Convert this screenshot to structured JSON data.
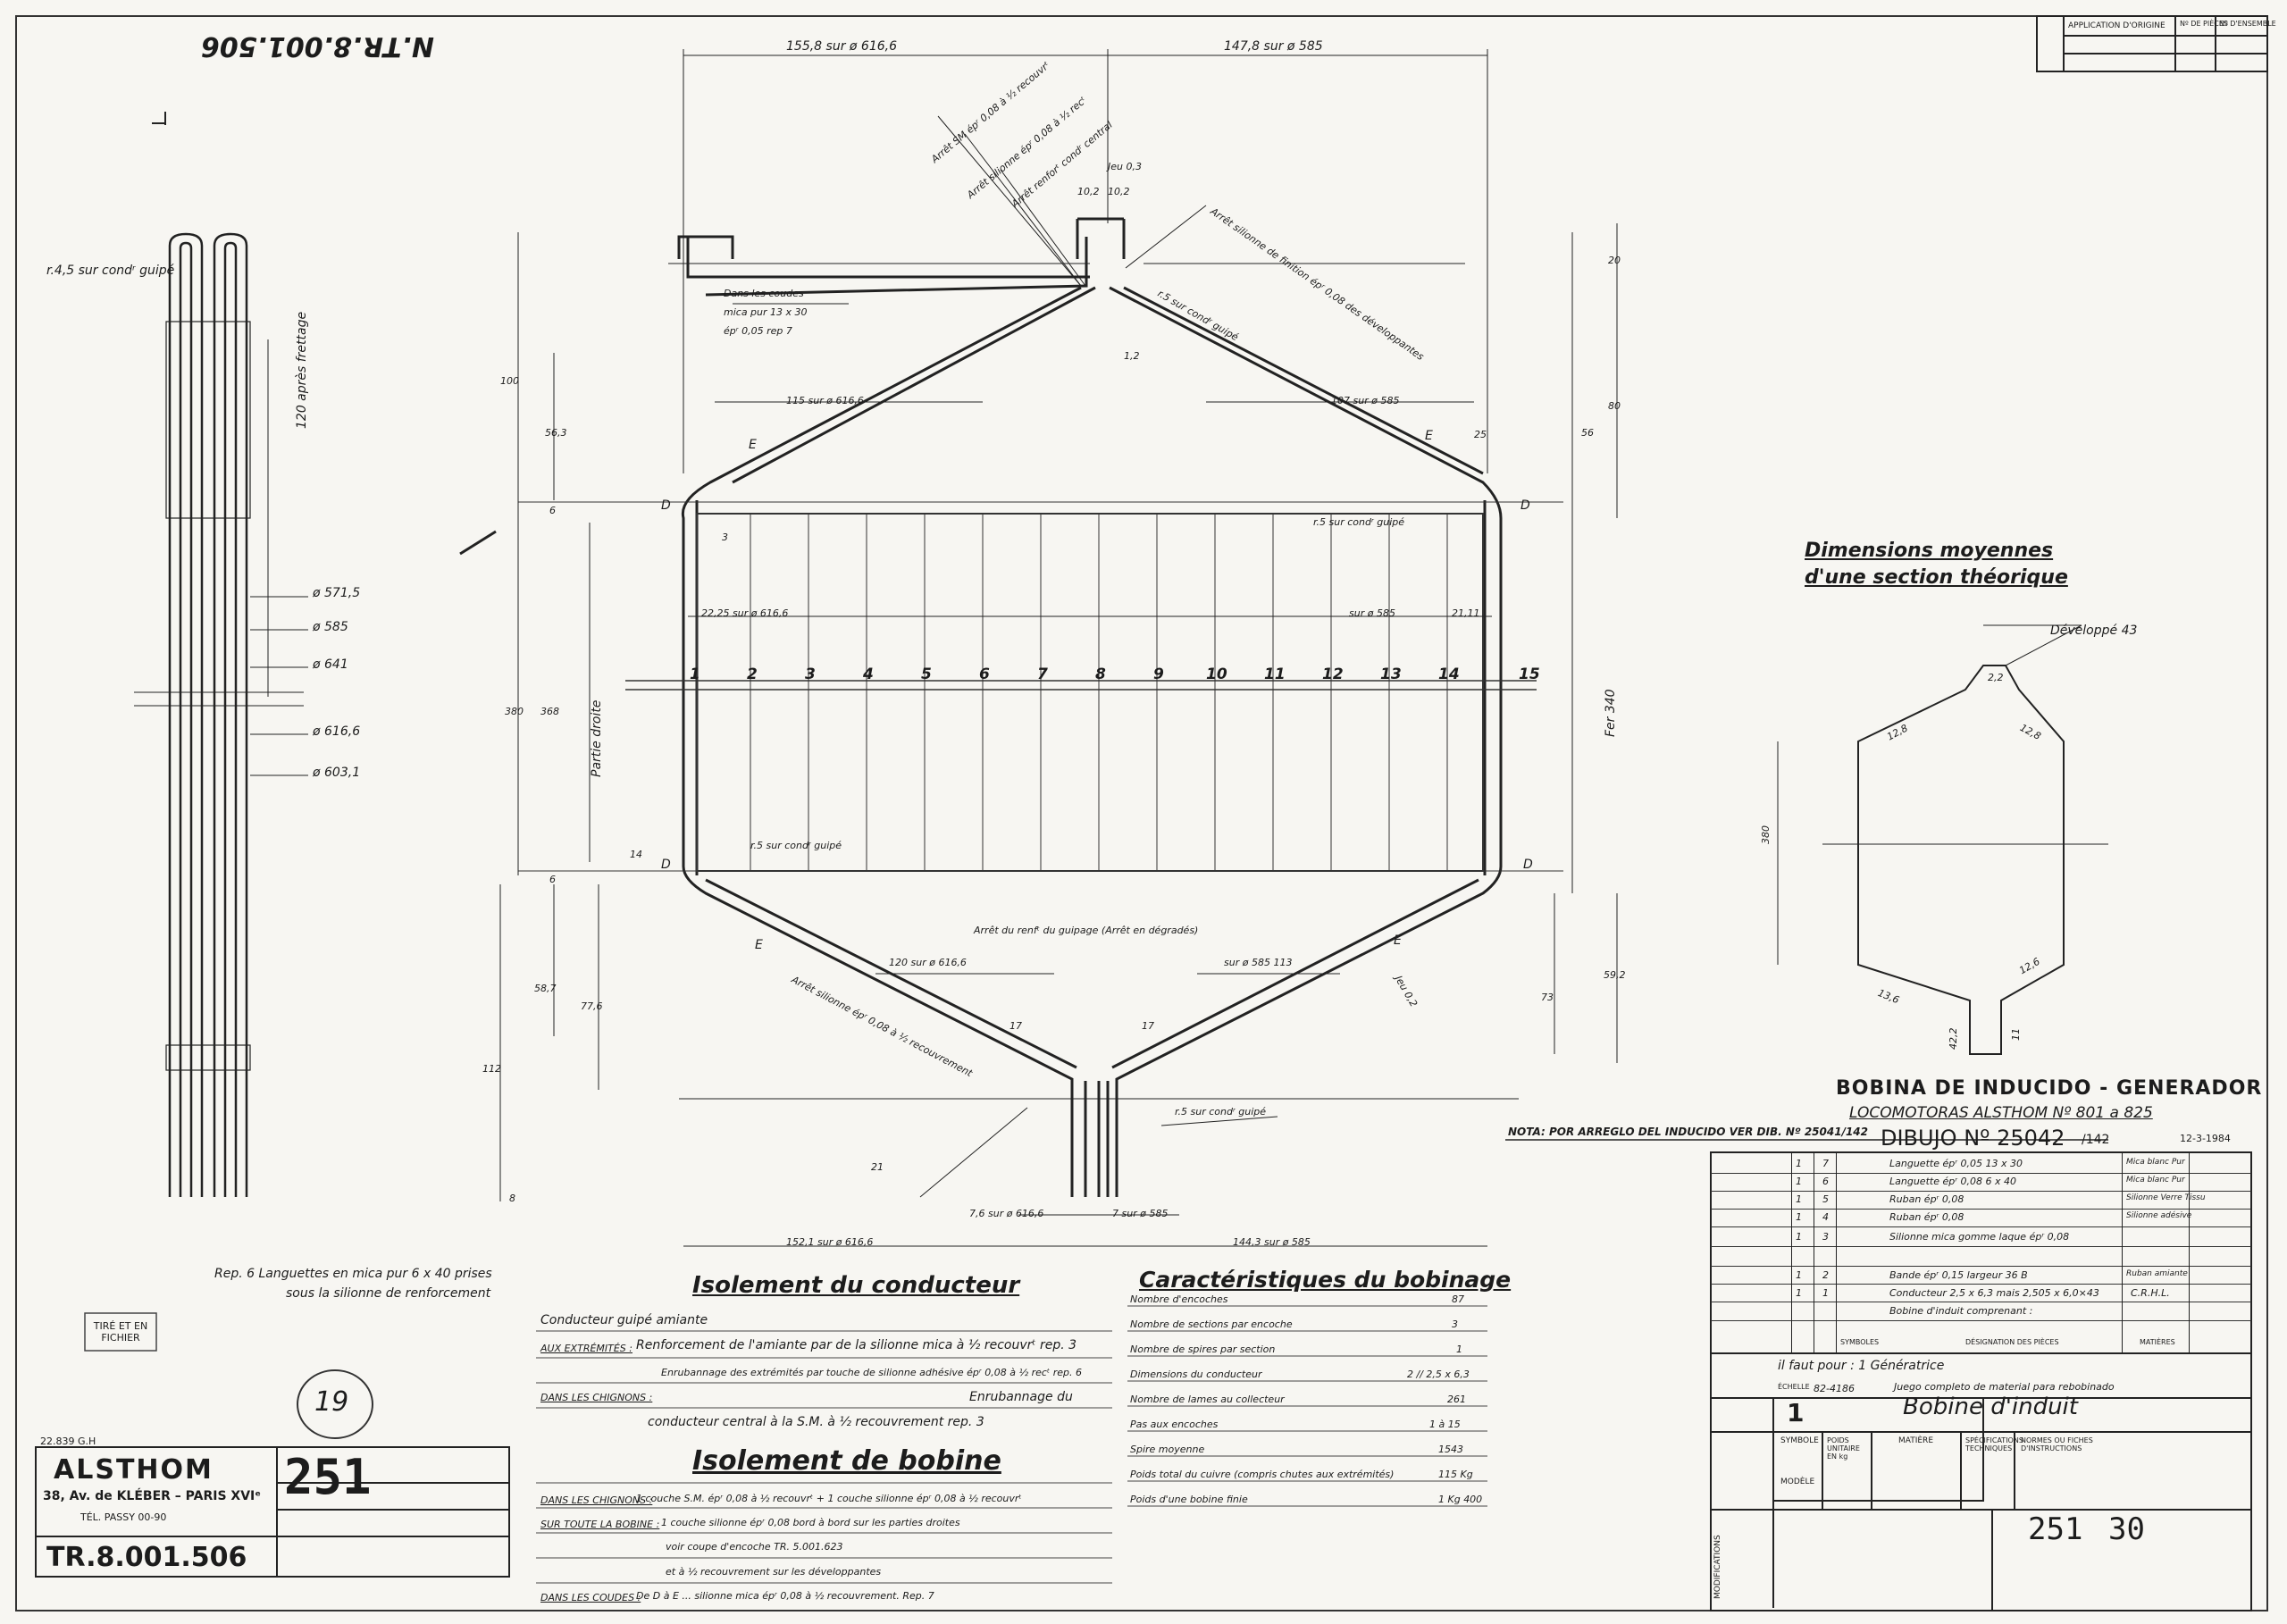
{
  "drawing_ref_top": "N.TR.8.001.506",
  "views": {
    "side_view": {
      "r45": "r.4,5 sur condʳ guipé",
      "length_label": "120 après frettage",
      "diameters": [
        "ø 571,5",
        "ø 585",
        "ø 641",
        "ø 616,6",
        "ø 603,1"
      ]
    },
    "main_view": {
      "top_left_width": "155,8 sur ø 616,6",
      "top_right_width": "147,8 sur ø 585",
      "arret1": "Arrêt SM épʳ 0,08 à ½ recouvrᵗ",
      "arret2": "Arrêt silionne épʳ 0,08 à ½ recᵗ",
      "arret3": "Arrêt renforᵗ condʳ central",
      "jeu": "Jeu 0,3",
      "dim_102a": "10,2",
      "dim_102b": "10,2",
      "arret_finition": "Arrêt silionne de finition épʳ 0,08 des développantes",
      "coudes_note_1": "Dans les coudes",
      "coudes_note_2": "mica pur  13 x 30",
      "coudes_note_3": "épʳ 0,05 rep 7",
      "r5_top": "r.5 sur condʳ guipé",
      "dim_20": "20",
      "dim_12": "1,2",
      "dim_100": "100",
      "dim_80": "80",
      "dim_56": "56",
      "dim_563": "56,3",
      "upper_left_arm": "115 sur ø 616,6",
      "upper_right_arm": "107 sur ø 585",
      "dim_25": "25",
      "r5_right": "r.5 sur condʳ guipé",
      "left_straight": "22,25 sur ø 616,6",
      "right_straight": "sur ø 585",
      "dim_2111": "21,11",
      "dim_380": "380",
      "dim_368": "368",
      "partie_droite": "Partie droite",
      "fer_340": "Fer 340",
      "r5_left": "r.5 sur condʳ guipé",
      "dim_3": "3",
      "dim_14": "14",
      "dim_6a": "6",
      "dim_6b": "6",
      "slots": [
        "1",
        "2",
        "3",
        "4",
        "5",
        "6",
        "7",
        "8",
        "9",
        "10",
        "11",
        "12",
        "13",
        "14",
        "15"
      ],
      "corner_D": "D",
      "corner_E": "E",
      "arret_renf": "Arrêt du renfᵗ du guipage (Arrêt en dégradés)",
      "lower_left_arm": "120 sur ø 616,6",
      "lower_right_arm": "sur ø 585  113",
      "arret_lower": "Arrêt silionne épʳ 0,08 à ½ recouvrement",
      "jeu_02": "Jeu 0,2",
      "dim_587": "58,7",
      "dim_776": "77,6",
      "dim_592": "59,2",
      "dim_73": "73",
      "dim_112": "112",
      "dim_17a": "17",
      "dim_17b": "17",
      "dim_21": "21",
      "dim_8": "8",
      "r5_bottom": "r.5 sur condʳ guipé",
      "lead_left": "7,6 sur ø 616,6",
      "lead_right": "7 sur ø 585",
      "bottom_left": "152,1 sur ø 616,6",
      "bottom_right": "144,3 sur ø 585"
    },
    "section_view": {
      "title_1": "Dimensions moyennes",
      "title_2": "d'une section théorique",
      "developpe": "Développé 43",
      "dim_380": "380",
      "dims": [
        "12,8",
        "12,8",
        "13,6",
        "12,6",
        "42,2",
        "2,2",
        "11"
      ]
    }
  },
  "rep6_note_1": "Rep. 6  Languettes en mica pur 6 x 40  prises",
  "rep6_note_2": "sous la silionne de renforcement",
  "stamp": "TIRÉ ET EN FICHIER",
  "handwritten_circle": "19",
  "isolement_conducteur": {
    "title": "Isolement du conducteur",
    "line1": "Conducteur guipé amiante",
    "line2_label": "AUX EXTRÉMITÉS :",
    "line2": "Renforcement de l'amiante par de la silionne mica à ½ recouvrᵗ rep. 3",
    "line3": "Enrubannage des extrémités par touche de silionne adhésive épʳ 0,08 à ½ recᵗ rep. 6",
    "line4_label": "DANS LES CHIGNONS :",
    "line4": "Enrubannage du",
    "line5": "conducteur central à la S.M. à ½ recouvrement rep. 3"
  },
  "isolement_bobine": {
    "title": "Isolement de bobine",
    "line1_label": "DANS LES CHIGNONS :",
    "line1": "1 couche S.M. épʳ 0,08 à ½ recouvrᵗ + 1 couche silionne épʳ 0,08 à ½ recouvrᵗ",
    "line2_label": "SUR TOUTE LA BOBINE :",
    "line2": "1 couche silionne épʳ 0,08 bord à bord sur les parties droites",
    "line3": "voir coupe d'encoche  TR. 5.001.623",
    "line4": "et à ½ recouvrement sur les développantes",
    "line5_label": "DANS LES COUDES :",
    "line5": "De D à E  ...  silionne mica épʳ 0,08 à ½ recouvrement. Rep. 7"
  },
  "caracteristiques": {
    "title": "Caractéristiques du bobinage",
    "rows": [
      {
        "label": "Nombre d'encoches",
        "value": "87"
      },
      {
        "label": "Nombre de sections par encoche",
        "value": "3"
      },
      {
        "label": "Nombre de spires par section",
        "value": "1"
      },
      {
        "label": "Dimensions du conducteur",
        "value": "2 // 2,5 x 6,3"
      },
      {
        "label": "Nombre de lames au collecteur",
        "value": "261"
      },
      {
        "label": "Pas aux encoches",
        "value": "1 à 15"
      },
      {
        "label": "Spire moyenne",
        "value": "1543"
      },
      {
        "label": "Poids total du cuivre (compris chutes aux extrémités)",
        "value": "115 Kg"
      },
      {
        "label": "Poids d'une bobine finie",
        "value": "1 Kg 400"
      }
    ]
  },
  "company": {
    "initials": "22.839 G.H",
    "name": "ALSTHOM",
    "address": "38, Av. de KLÉBER – PARIS XVIᵉ",
    "phone": "TÉL. PASSY 00-90",
    "number": "251",
    "drawing_no": "TR.8.001.506"
  },
  "spanish_title": {
    "line1": "BOBINA DE INDUCIDO - GENERADOR",
    "line2": "LOCOMOTORAS ALSTHOM Nº 801 a 825",
    "dibujo": "DIBUJO Nº 25042",
    "dibujo_suffix": "/142",
    "date": "12-3-1984",
    "nota": "NOTA: POR ARREGLO DEL INDUCIDO VER DIB. Nº 25041/142"
  },
  "bom": {
    "rows": [
      {
        "qty": "1",
        "rep": "7",
        "desc": "Languette épʳ 0,05  13 x 30",
        "mat": "Mica blanc Pur"
      },
      {
        "qty": "1",
        "rep": "6",
        "desc": "Languette épʳ 0,08  6 x 40",
        "mat": "Mica blanc Pur"
      },
      {
        "qty": "1",
        "rep": "5",
        "desc": "Ruban épʳ 0,08",
        "mat": "Silionne Verre Tissu"
      },
      {
        "qty": "1",
        "rep": "4",
        "desc": "Ruban épʳ 0,08",
        "mat": "Silionne adésive"
      },
      {
        "qty": "1",
        "rep": "3",
        "desc": "Silionne mica gomme laque épʳ 0,08",
        "mat": ""
      },
      {
        "qty": "",
        "rep": "",
        "desc": "",
        "mat": ""
      },
      {
        "qty": "1",
        "rep": "2",
        "desc": "Bande épʳ 0,15 largeur 36 B",
        "mat": "Ruban amiante"
      },
      {
        "qty": "1",
        "rep": "1",
        "desc": "Conducteur 2,5 x 6,3 mais 2,505 x 6,0×43",
        "mat": "C.R.H.L."
      },
      {
        "qty": "",
        "rep": "",
        "desc": "Bobine d'induit comprenant :",
        "mat": ""
      }
    ],
    "header": {
      "symboles": "SYMBOLES",
      "designation": "DÉSIGNATION DES PIÈCES",
      "matieres": "MATIÈRES"
    }
  },
  "title_block": {
    "il_faut": "il faut pour : 1 Génératrice",
    "echelle_label": "ÉCHELLE",
    "echelle": "1",
    "code": "82-4186",
    "spanish_note": "Juego completo de material para rebobinado",
    "title": "Bobine d'induit",
    "symbole": "SYMBOLE",
    "poids": "POIDS UNITAIRE EN kg",
    "matiere": "MATIÈRE",
    "specs": "SPÉCIFICATIONS TECHNIQUES",
    "normes": "NORMES OU FICHES D'INSTRUCTIONS",
    "modele": "MODÈLE",
    "modifications": "MODIFICATIONS",
    "number": "251",
    "sub": "30"
  },
  "application_header": {
    "col1": "APPLICATION D'ORIGINE",
    "col2": "Nº DE PIÈCES",
    "col3": "Nº D'ENSEMBLE"
  }
}
